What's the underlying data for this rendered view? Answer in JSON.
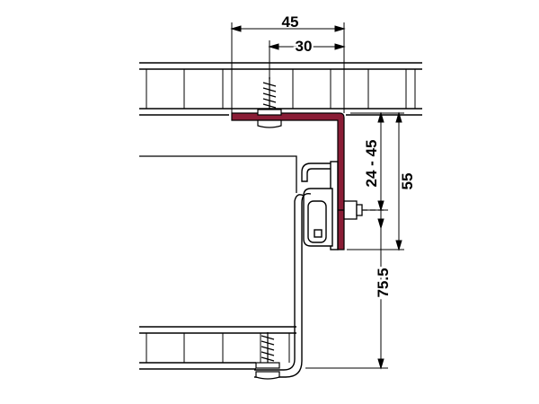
{
  "dimensions": {
    "total_width": "45",
    "screw_offset": "30",
    "adjust_range": "24 - 45",
    "bracket_height": "55",
    "rail_height": "75.5"
  },
  "colors": {
    "bracket": "#8a1d36",
    "line": "#000000",
    "background": "#ffffff"
  },
  "icons": {
    "screw": "wood-screw-icon"
  }
}
